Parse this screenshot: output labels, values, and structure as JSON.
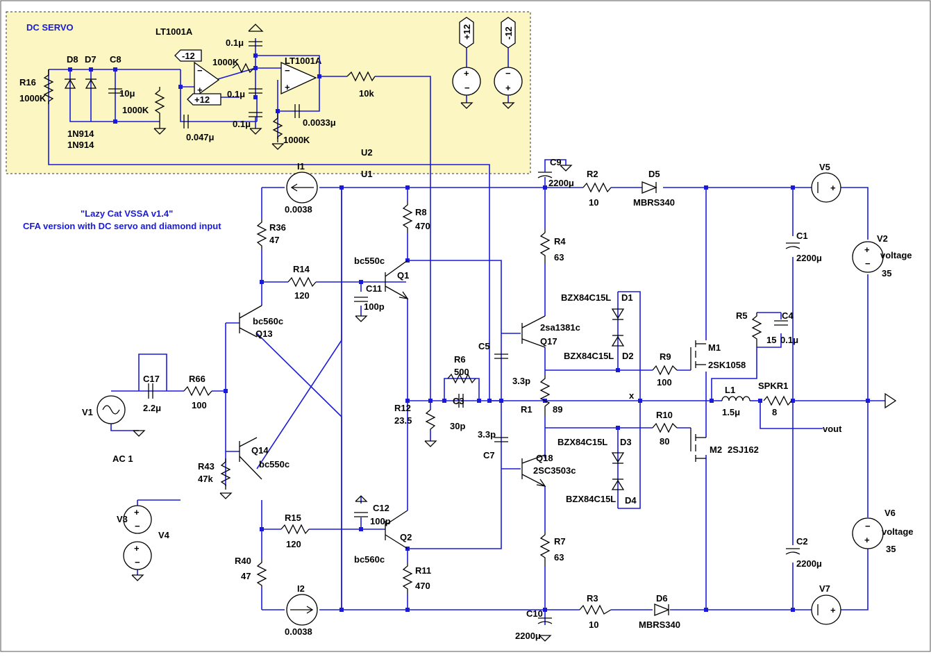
{
  "servo": {
    "title": "DC SERVO",
    "opamp1": "LT1001A",
    "opamp2": "LT1001A",
    "r16": "R16",
    "r16v": "1000K",
    "d8": "D8",
    "d7": "D7",
    "c8": "C8",
    "c8v": "10μ",
    "r_1000k_a": "1000K",
    "r_1000k_b": "1000K",
    "r_1000k_c": "1000K",
    "cap_01_a": "0.1μ",
    "cap_01_b": "0.1μ",
    "cap_01_c": "0.1μ",
    "cap_0047": "0.047μ",
    "cap_00033": "0.0033μ",
    "r_10k": "10k",
    "d_1n914_a": "1N914",
    "d_1n914_b": "1N914",
    "u2": "U2",
    "u1": "U1",
    "rail_m12": "-12",
    "rail_p12": "+12",
    "src_p12": "+12",
    "src_m12": "-12"
  },
  "title": {
    "line1": "\"Lazy Cat VSSA v1.4\"",
    "line2": "CFA version with DC servo and diamond input"
  },
  "parts": {
    "i1": "I1",
    "i1v": "0.0038",
    "i2": "I2",
    "i2v": "0.0038",
    "r36": "R36",
    "r36v": "47",
    "r40": "R40",
    "r40v": "47",
    "r14": "R14",
    "r14v": "120",
    "r15": "R15",
    "r15v": "120",
    "r66": "R66",
    "r66v": "100",
    "r43": "R43",
    "r43v": "47k",
    "r8": "R8",
    "r8v": "470",
    "r11": "R11",
    "r11v": "470",
    "r12": "R12",
    "r12v": "23.5",
    "r6": "R6",
    "r6v": "500",
    "c3": "C3",
    "c3v": "30p",
    "c11": "C11",
    "c11v": "100p",
    "c12": "C12",
    "c12v": "100p",
    "c17": "C17",
    "c17v": "2.2μ",
    "q1": "Q1",
    "q1t": "bc550c",
    "q2": "Q2",
    "q2t": "bc560c",
    "q13": "Q13",
    "q13t": "bc560c",
    "q14": "Q14",
    "q14t": "bc550c",
    "q17": "Q17",
    "q17t": "2sa1381c",
    "q18": "Q18",
    "q18t": "2SC3503c",
    "v1": "V1",
    "v1v": "AC 1",
    "v3": "V3",
    "v4": "V4",
    "c5": "C5",
    "c5v": "3.3p",
    "c7": "C7",
    "c7v": "3.3p",
    "r4": "R4",
    "r4v": "63",
    "r7": "R7",
    "r7v": "63",
    "r1": "R1",
    "r1v": "89",
    "c9": "C9",
    "c9v": "2200μ",
    "c10": "C10",
    "c10v": "2200μ",
    "r2": "R2",
    "r2v": "10",
    "r3": "R3",
    "r3v": "10",
    "d5": "D5",
    "d5v": "MBRS340",
    "d6": "D6",
    "d6v": "MBRS340",
    "d1": "D1",
    "d2": "D2",
    "d3": "D3",
    "d4": "D4",
    "bzx_1": "BZX84C15L",
    "bzx_2": "BZX84C15L",
    "bzx_3": "BZX84C15L",
    "bzx_4": "BZX84C15L",
    "r9": "R9",
    "r9v": "100",
    "r10": "R10",
    "r10v": "80",
    "m1": "M1",
    "m1t": "2SK1058",
    "m2": "M2",
    "m2t": "2SJ162",
    "r5": "R5",
    "r5v": "15",
    "c4": "C4",
    "c4v": "0.1μ",
    "l1": "L1",
    "l1v": "1.5μ",
    "spkr": "SPKR1",
    "spkrv": "8",
    "vout": "vout",
    "x": "x",
    "c1": "C1",
    "c1v": "2200μ",
    "c2": "C2",
    "c2v": "2200μ",
    "v5": "V5",
    "v7": "V7",
    "v2": "V2",
    "v2t": "voltage",
    "v2v": "35",
    "v6": "V6",
    "v6t": "voltage",
    "v6v": "35"
  },
  "colors": {
    "wire": "#1a1adb",
    "component": "#000000",
    "servo_bg": "#fbf6c2",
    "title": "#1a1adb"
  }
}
